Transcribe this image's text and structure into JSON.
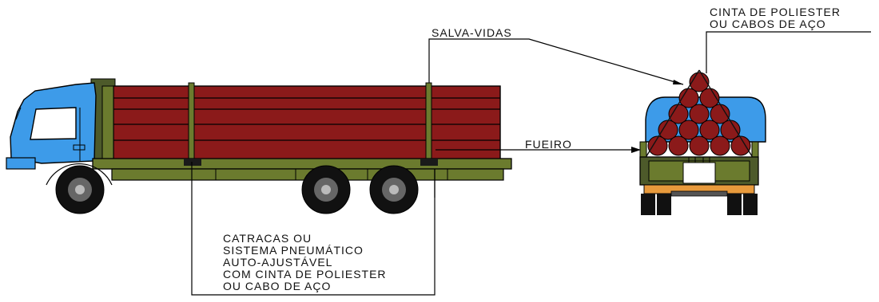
{
  "labels": {
    "cinta_top": [
      "CINTA DE POLIESTER",
      "OU CABOS DE AÇO"
    ],
    "salva_vidas": "SALVA-VIDAS",
    "fueiro": "FUEIRO",
    "catracas": [
      "CATRACAS OU",
      "SISTEMA PNEUMÁTICO",
      "AUTO-AJUSTÁVEL",
      "COM CINTA DE POLIESTER",
      "OU CABO DE AÇO"
    ]
  },
  "colors": {
    "cab_blue": "#3d9be9",
    "load_red": "#8b1a1a",
    "frame_green": "#6b7b2e",
    "body_olive": "#4d5a2a",
    "wheel_black": "#111111",
    "bumper_orange": "#e89a3c",
    "line_black": "#000000"
  },
  "icons": {
    "side_view": "truck-side-view",
    "rear_view": "truck-rear-view"
  }
}
